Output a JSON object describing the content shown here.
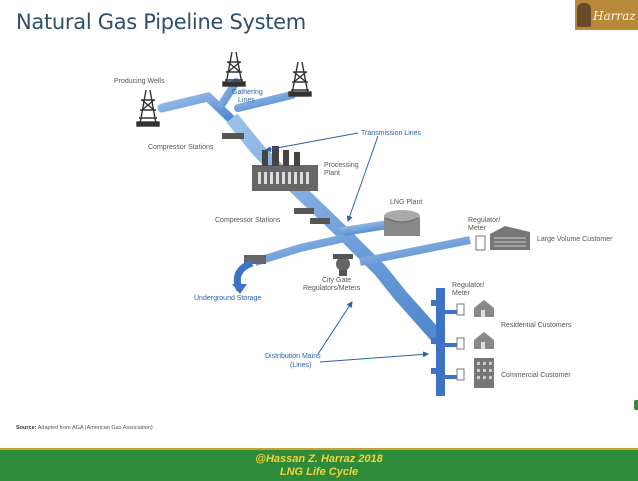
{
  "title": "Natural Gas Pipeline System",
  "logo": {
    "text": "Harraz"
  },
  "labels": {
    "producing_wells": "Producing Wells",
    "gathering_lines": [
      "Gathering",
      "Lines"
    ],
    "compressor_stations_1": "Compressor Stations",
    "transmission_lines": "Transmission Lines",
    "processing_plant": [
      "Processing",
      "Plant"
    ],
    "lng_plant": "LNG Plant",
    "compressor_stations_2": "Compressor Stations",
    "regulator_meter_1": [
      "Regulator/",
      "Meter"
    ],
    "large_volume_customer": "Large Volume Customer",
    "city_gate": [
      "City Gate",
      "Regulators/Meters"
    ],
    "underground_storage": "Underground Storage",
    "regulator_meter_2": [
      "Regulator/",
      "Meter"
    ],
    "residential_customers": "Residential Customers",
    "distribution_mains": [
      "Distribution Mains",
      "(Lines)"
    ],
    "commercial_customer": "Commercial Customer"
  },
  "source": {
    "prefix": "Source:",
    "text": "Adapted from AGA (American Gas Association)"
  },
  "footer": {
    "line1": "@Hassan Z. Harraz 2018",
    "line2": "LNG Life Cycle"
  },
  "colors": {
    "pipe": "#6f9fd8",
    "pipe_dark": "#4a7fc4",
    "arrow": "#2b5fa8",
    "footer_bg": "#2e8b3a",
    "footer_text": "#f6d23a"
  }
}
